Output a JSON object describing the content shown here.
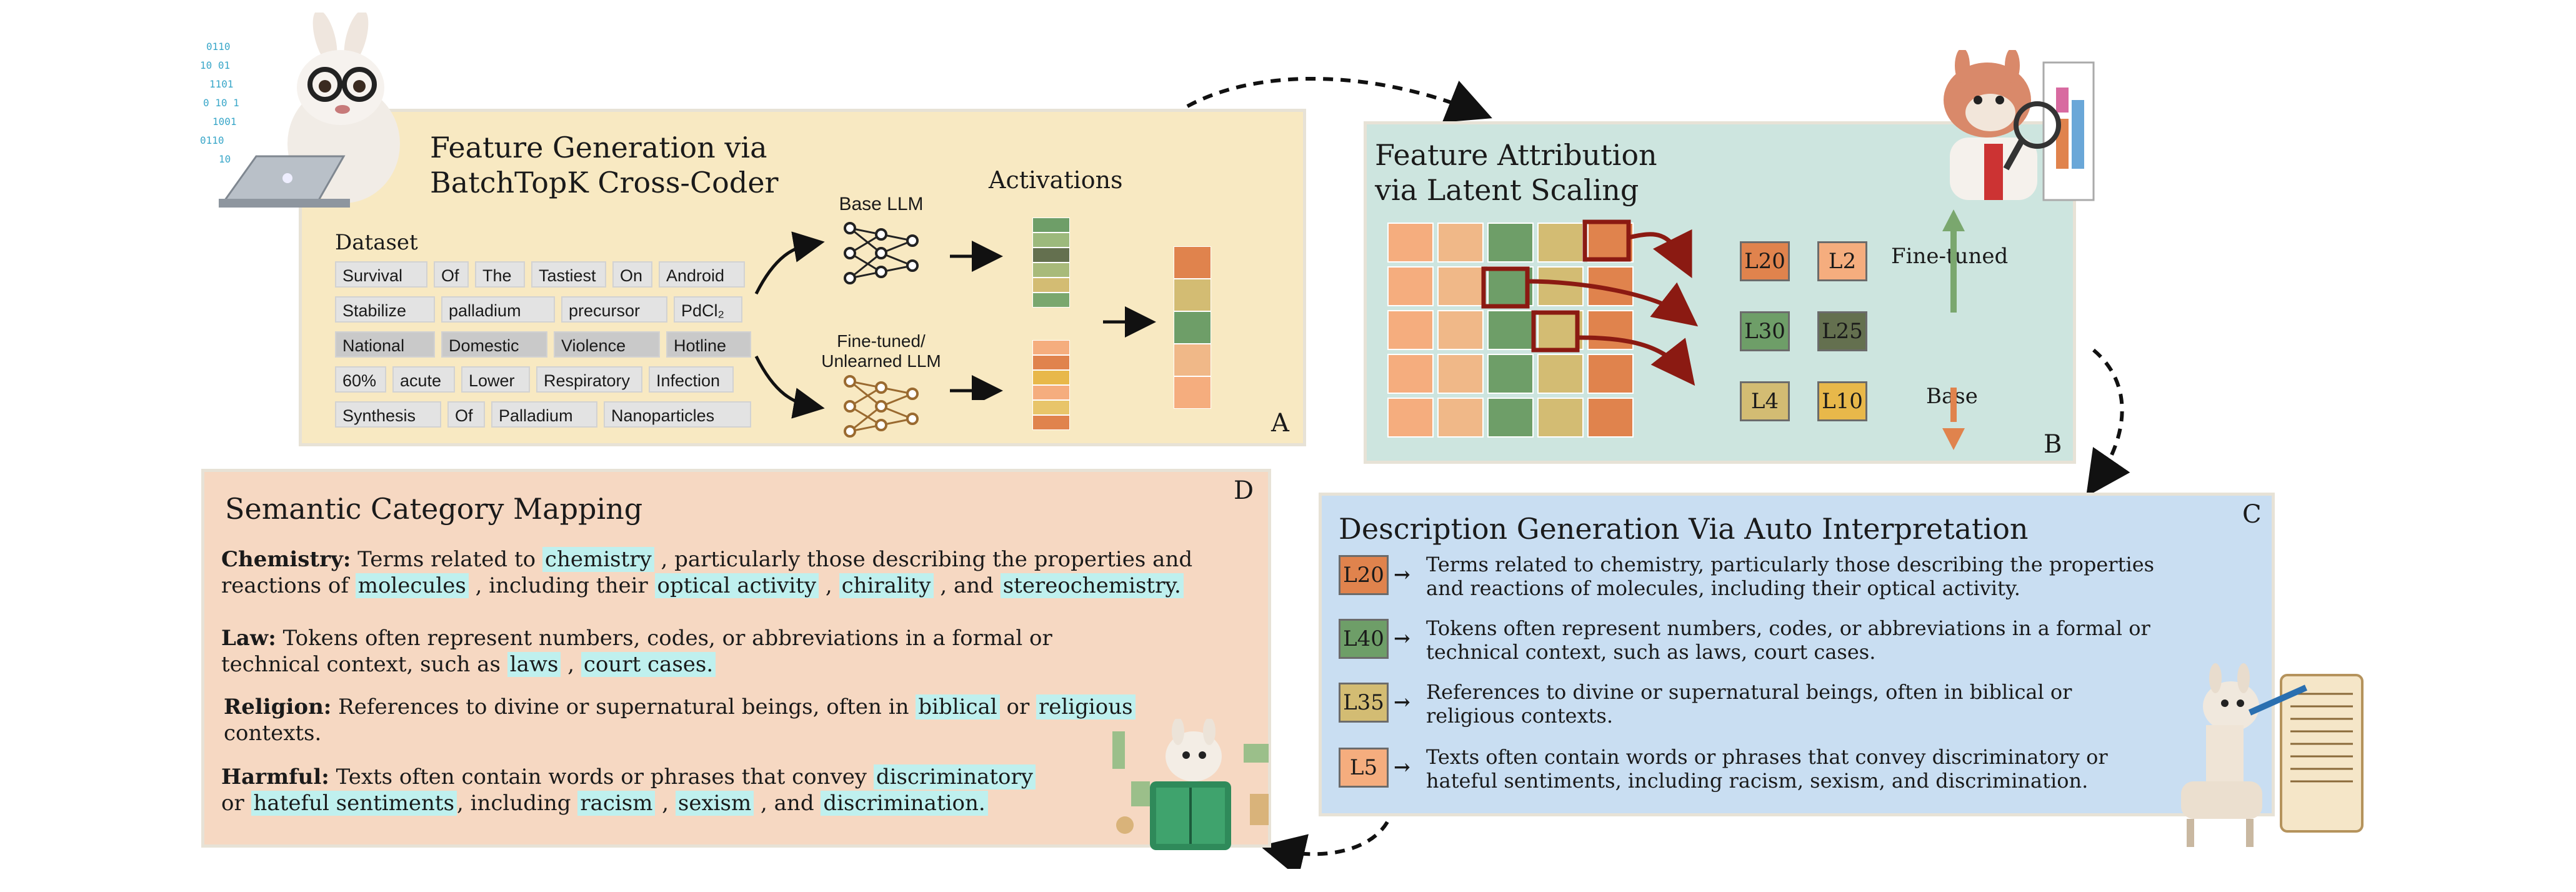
{
  "panel_a": {
    "title_line1": "Feature Generation via",
    "title_line2": "BatchTopK Cross-Coder",
    "dataset_label": "Dataset",
    "tokens": [
      [
        "Survival",
        "Of",
        "The",
        "Tastiest",
        "On",
        "Android"
      ],
      [
        "Stabilize",
        "palladium",
        "precursor",
        "PdCl₂"
      ],
      [
        "National",
        "Domestic",
        "Violence",
        "Hotline"
      ],
      [
        "60%",
        "acute",
        "Lower",
        "Respiratory",
        "Infection"
      ],
      [
        "Synthesis",
        "Of",
        "Palladium",
        "Nanoparticles"
      ]
    ],
    "base_llm": "Base LLM",
    "finetuned_llm_line1": "Fine-tuned/",
    "finetuned_llm_line2": "Unlearned LLM",
    "activations": "Activations",
    "corner": "A"
  },
  "panel_b": {
    "title_line1": "Feature Attribution",
    "title_line2": "via Latent Scaling",
    "latents": [
      {
        "label": "L20",
        "color": "#e0834d"
      },
      {
        "label": "L2",
        "color": "#f5ad7e"
      },
      {
        "label": "L30",
        "color": "#6e9e68"
      },
      {
        "label": "L25",
        "color": "#64704f"
      },
      {
        "label": "L4",
        "color": "#d3bc73"
      },
      {
        "label": "L10",
        "color": "#e8b84a"
      }
    ],
    "finetuned": "Fine-tuned",
    "base": "Base",
    "corner": "B"
  },
  "panel_c": {
    "title": "Description Generation Via Auto Interpretation",
    "corner": "C",
    "rows": [
      {
        "label": "L20",
        "color": "#e0834d",
        "line1": "Terms related to chemistry, particularly those describing the properties",
        "line2": "and reactions of molecules, including their optical activity."
      },
      {
        "label": "L40",
        "color": "#6e9e68",
        "line1": "Tokens often represent numbers, codes, or abbreviations in a formal or",
        "line2": "technical context, such as laws, court cases."
      },
      {
        "label": "L35",
        "color": "#d3bc73",
        "line1": "References to divine or supernatural beings, often in biblical or",
        "line2": "religious contexts."
      },
      {
        "label": "L5",
        "color": "#f5ad7e",
        "line1": "Texts often contain words or phrases that convey discriminatory or",
        "line2": "hateful sentiments, including racism, sexism, and discrimination."
      }
    ]
  },
  "panel_d": {
    "title": "Semantic Category Mapping",
    "corner": "D",
    "chemistry": {
      "head": "Chemistry:",
      "t1": " Terms related to ",
      "h1": "chemistry",
      "t2": " , particularly those describing the properties and",
      "t3": "reactions of ",
      "h2": "molecules",
      "t4": " , including their ",
      "h3": "optical activity",
      "t5": " , ",
      "h4": "chirality",
      "t6": " , and ",
      "h5": "stereochemistry."
    },
    "law": {
      "head": "Law:",
      "t1": " Tokens often represent numbers, codes, or abbreviations in a formal or",
      "t2": "technical context, such as ",
      "h1": "laws",
      "t3": " , ",
      "h2": "court cases."
    },
    "religion": {
      "head": "Religion:",
      "t1": " References to divine or supernatural beings, often in ",
      "h1": "biblical",
      "t2": " or ",
      "h2": "religious",
      "t3": "contexts."
    },
    "harmful": {
      "head": "Harmful:",
      "t1": " Texts often contain words or phrases that convey ",
      "h1": "discriminatory",
      "t2": "or ",
      "h2": "hateful sentiments",
      "t3": ", including ",
      "h3": "racism",
      "t4": " , ",
      "h4": "sexism",
      "t5": " , and ",
      "h5": "discrimination."
    }
  },
  "colors": {
    "panel_a_bg": "#f8e9c2",
    "panel_b_bg": "#cde5df",
    "panel_c_bg": "#c9def2",
    "panel_d_bg": "#f6d8c2",
    "highlight": "#bff0ee",
    "arrow_red": "#8b1a12"
  },
  "icons": [
    "llama-coder-icon",
    "llama-analyst-icon",
    "llama-writer-icon",
    "llama-reader-icon",
    "neural-network-icon"
  ]
}
